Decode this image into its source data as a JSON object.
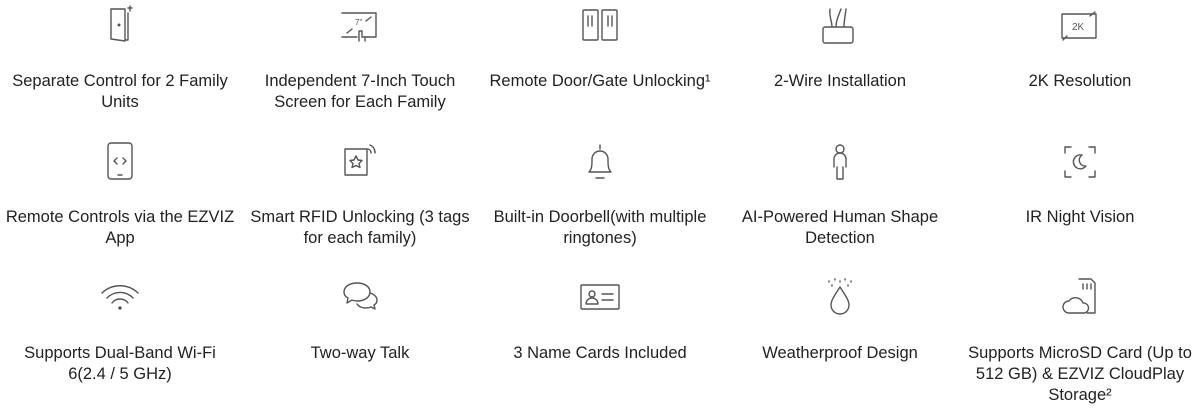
{
  "colors": {
    "text": "#222222",
    "icon": "#555555",
    "background": "#ffffff"
  },
  "features": [
    {
      "icon": "door-icon",
      "label": "Separate Control for 2 Family Units"
    },
    {
      "icon": "touch-screen-icon",
      "label": "Independent 7-Inch Touch Screen for Each Family"
    },
    {
      "icon": "gate-icon",
      "label": "Remote Door/Gate Unlocking¹"
    },
    {
      "icon": "two-wire-icon",
      "label": "2-Wire Installation"
    },
    {
      "icon": "2k-icon",
      "label": "2K Resolution"
    },
    {
      "icon": "remote-app-icon",
      "label": "Remote Controls via the EZVIZ App"
    },
    {
      "icon": "rfid-icon",
      "label": "Smart RFID Unlocking (3 tags for each family)"
    },
    {
      "icon": "bell-icon",
      "label": "Built-in Doorbell(with multiple ringtones)"
    },
    {
      "icon": "human-shape-icon",
      "label": "AI-Powered Human Shape Detection"
    },
    {
      "icon": "night-vision-icon",
      "label": "IR Night Vision"
    },
    {
      "icon": "wifi-icon",
      "label": "Supports Dual-Band Wi-Fi 6(2.4 / 5 GHz)"
    },
    {
      "icon": "chat-icon",
      "label": "Two-way Talk"
    },
    {
      "icon": "name-card-icon",
      "label": "3 Name Cards Included"
    },
    {
      "icon": "water-drop-icon",
      "label": "Weatherproof Design"
    },
    {
      "icon": "sd-cloud-icon",
      "label": "Supports MicroSD Card (Up to 512 GB) & EZVIZ CloudPlay Storage²"
    }
  ],
  "icon_texts": {
    "touch": "7\"",
    "res": "2K"
  }
}
